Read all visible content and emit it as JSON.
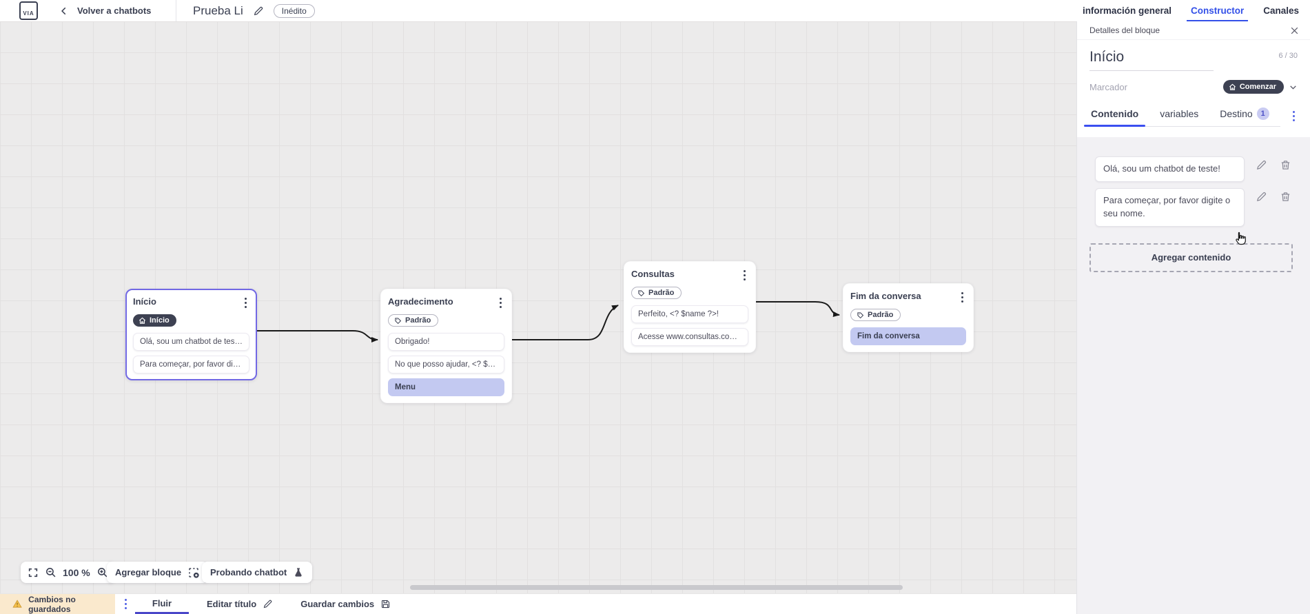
{
  "topbar": {
    "logo_text": "VIA",
    "back_label": "Volver a chatbots",
    "title": "Prueba Li",
    "status_badge": "Inédito",
    "tabs": [
      {
        "label": "información general",
        "active": false
      },
      {
        "label": "Constructor",
        "active": true
      },
      {
        "label": "Canales",
        "active": false
      }
    ]
  },
  "canvas": {
    "zoom_level": "100 %",
    "add_block_label": "Agregar bloque",
    "test_chatbot_label": "Probando chatbot",
    "nodes": [
      {
        "title": "Início",
        "badge": "Início",
        "selected": true,
        "rows": [
          {
            "text": "Olá, sou um chatbot de teste!"
          },
          {
            "text": "Para começar, por favor digite o ..."
          }
        ]
      },
      {
        "title": "Agradecimento",
        "badge": "Padrão",
        "selected": false,
        "rows": [
          {
            "text": "Obrigado!"
          },
          {
            "text": "No que posso ajudar, <? $name ..."
          },
          {
            "text": "Menu",
            "highlight": true
          }
        ]
      },
      {
        "title": "Consultas",
        "badge": "Padrão",
        "selected": false,
        "rows": [
          {
            "text": "Perfeito, <? $name ?>!"
          },
          {
            "text": "Acesse www.consultas.com par..."
          }
        ]
      },
      {
        "title": "Fim da conversa",
        "badge": "Padrão",
        "selected": false,
        "rows": [
          {
            "text": "Fim da conversa",
            "highlight": true
          }
        ]
      }
    ]
  },
  "panel": {
    "header": "Detalles del bloque",
    "title": "Início",
    "counter": "6 / 30",
    "marker_label": "Marcador",
    "marker_value": "Comenzar",
    "tabs": [
      {
        "label": "Contenido",
        "active": true
      },
      {
        "label": "variables",
        "active": false
      },
      {
        "label": "Destino",
        "active": false,
        "badge": "1"
      }
    ],
    "messages": [
      "Olá, sou um chatbot de teste!",
      "Para começar, por favor digite o seu nome."
    ],
    "add_content_label": "Agregar contenido"
  },
  "bottombar": {
    "warning": "Cambios no guardados",
    "tab": "Fluir",
    "edit_title_label": "Editar título",
    "save_label": "Guardar cambios"
  },
  "colors": {
    "accent_blue": "#3350e8",
    "indigo": "#4f5fe5",
    "selected_node_border": "#7168e4",
    "highlight_row": "#c3c9f1",
    "dark_badge": "#3d4152",
    "warning_bg": "#fae9cd",
    "canvas_bg": "#ecebeb"
  }
}
